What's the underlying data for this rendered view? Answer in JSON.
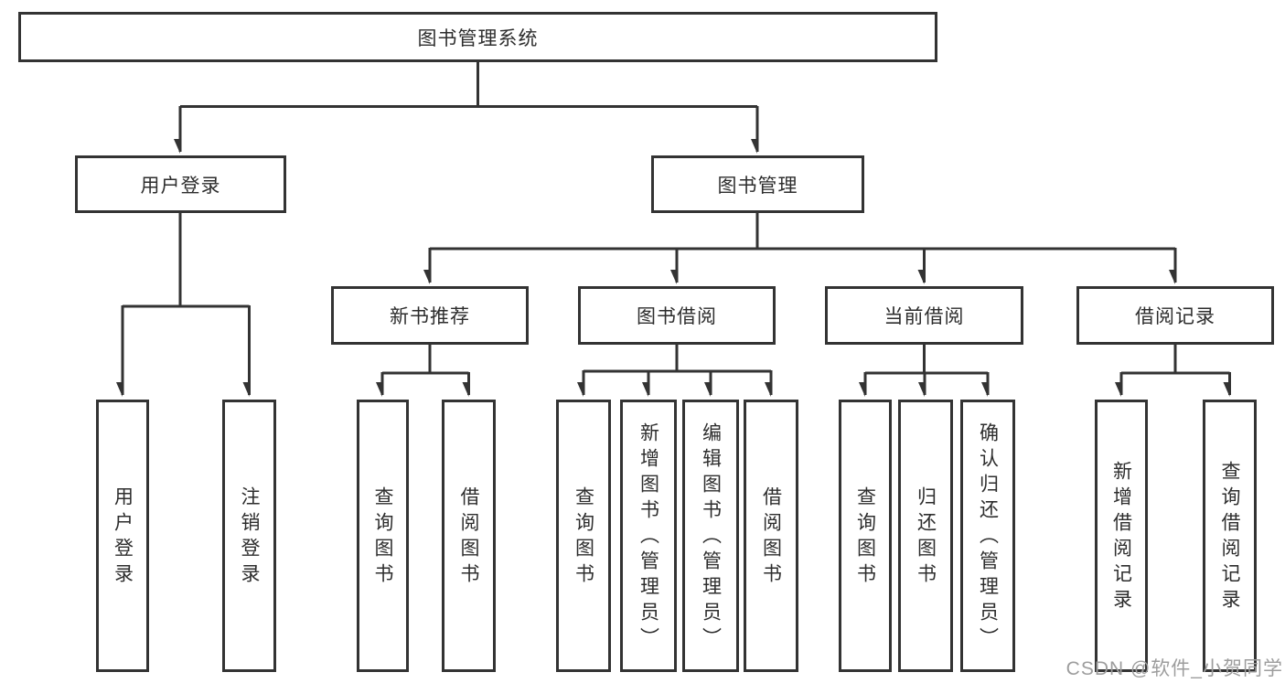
{
  "tree": {
    "label": "图书管理系统",
    "children": [
      {
        "label": "用户登录",
        "children": [
          {
            "label": "用户登录"
          },
          {
            "label": "注销登录"
          }
        ]
      },
      {
        "label": "图书管理",
        "children": [
          {
            "label": "新书推荐",
            "children": [
              {
                "label": "查询图书"
              },
              {
                "label": "借阅图书"
              }
            ]
          },
          {
            "label": "图书借阅",
            "children": [
              {
                "label": "查询图书"
              },
              {
                "label": "新增图书（管理员）"
              },
              {
                "label": "编辑图书（管理员）"
              },
              {
                "label": "借阅图书"
              }
            ]
          },
          {
            "label": "当前借阅",
            "children": [
              {
                "label": "查询图书"
              },
              {
                "label": "归还图书"
              },
              {
                "label": "确认归还（管理员）"
              }
            ]
          },
          {
            "label": "借阅记录",
            "children": [
              {
                "label": "新增借阅记录"
              },
              {
                "label": "查询借阅记录"
              }
            ]
          }
        ]
      }
    ]
  },
  "watermark": {
    "text": "CSDN @软件_小贺同学"
  },
  "colors": {
    "line": "#333333",
    "box_border": "#333333",
    "text": "#2d2d2d",
    "watermark": "#9d9d9d",
    "background": "#ffffff"
  }
}
